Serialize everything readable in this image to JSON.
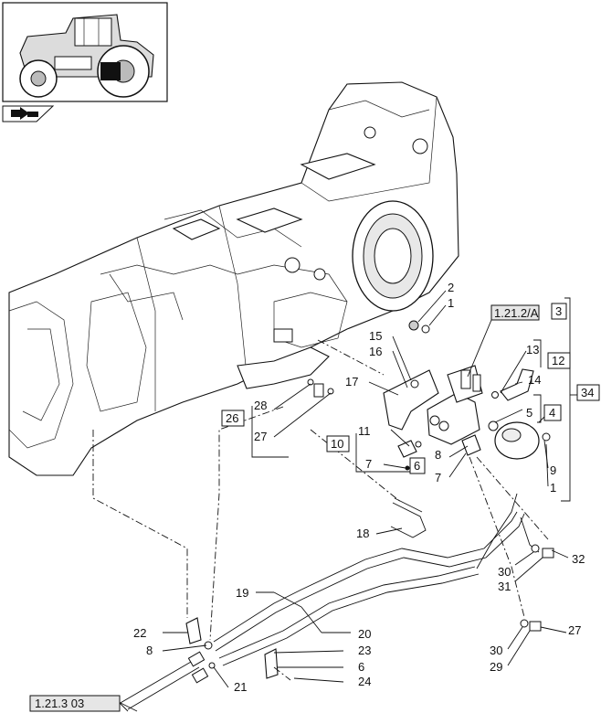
{
  "references": {
    "top_ref": "1.21.2/A",
    "bottom_ref": "1.21.3 03"
  },
  "callouts": [
    "1",
    "2",
    "3",
    "4",
    "5",
    "6",
    "7",
    "8",
    "9",
    "10",
    "11",
    "12",
    "13",
    "14",
    "15",
    "16",
    "17",
    "18",
    "19",
    "20",
    "21",
    "22",
    "23",
    "24",
    "26",
    "27",
    "28",
    "29",
    "30",
    "31",
    "32",
    "34"
  ],
  "labels": {
    "l2": "2",
    "l1a": "1",
    "l15": "15",
    "l16": "16",
    "l17": "17",
    "l3": "3",
    "l34": "34",
    "l13": "13",
    "l12": "12",
    "l14": "14",
    "l5": "5",
    "l4": "4",
    "l28": "28",
    "l26": "26",
    "l27a": "27",
    "l11": "11",
    "l10": "10",
    "l8a": "8",
    "l7a": "7",
    "l6a": "6",
    "l7b": "7",
    "l9": "9",
    "l1b": "1",
    "l18": "18",
    "l32": "32",
    "l30a": "30",
    "l31": "31",
    "l19": "19",
    "l20": "20",
    "l22": "22",
    "l8b": "8",
    "l23": "23",
    "l6b": "6",
    "l21": "21",
    "l24": "24",
    "l27b": "27",
    "l30b": "30",
    "l29": "29"
  },
  "thumbnail": {
    "icon": "tractor-icon"
  },
  "nav": {
    "icon": "book-arrow-icon"
  }
}
